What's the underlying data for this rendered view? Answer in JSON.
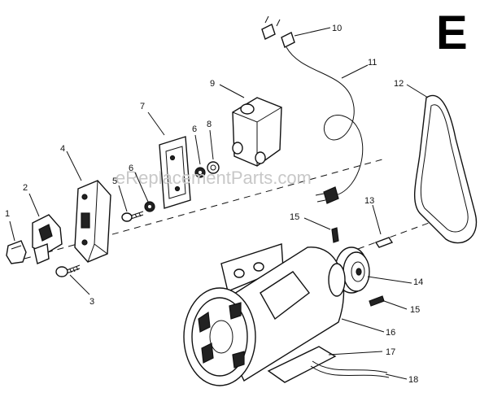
{
  "diagram": {
    "section_letter": "E",
    "watermark": "eReplacementParts.com",
    "callouts": [
      "1",
      "2",
      "3",
      "4",
      "5",
      "6",
      "6",
      "7",
      "8",
      "9",
      "10",
      "11",
      "12",
      "13",
      "14",
      "15",
      "15",
      "16",
      "17",
      "18"
    ]
  },
  "colors": {
    "ink": "#111111",
    "watermark": "#c8c8c8",
    "background": "#ffffff"
  }
}
